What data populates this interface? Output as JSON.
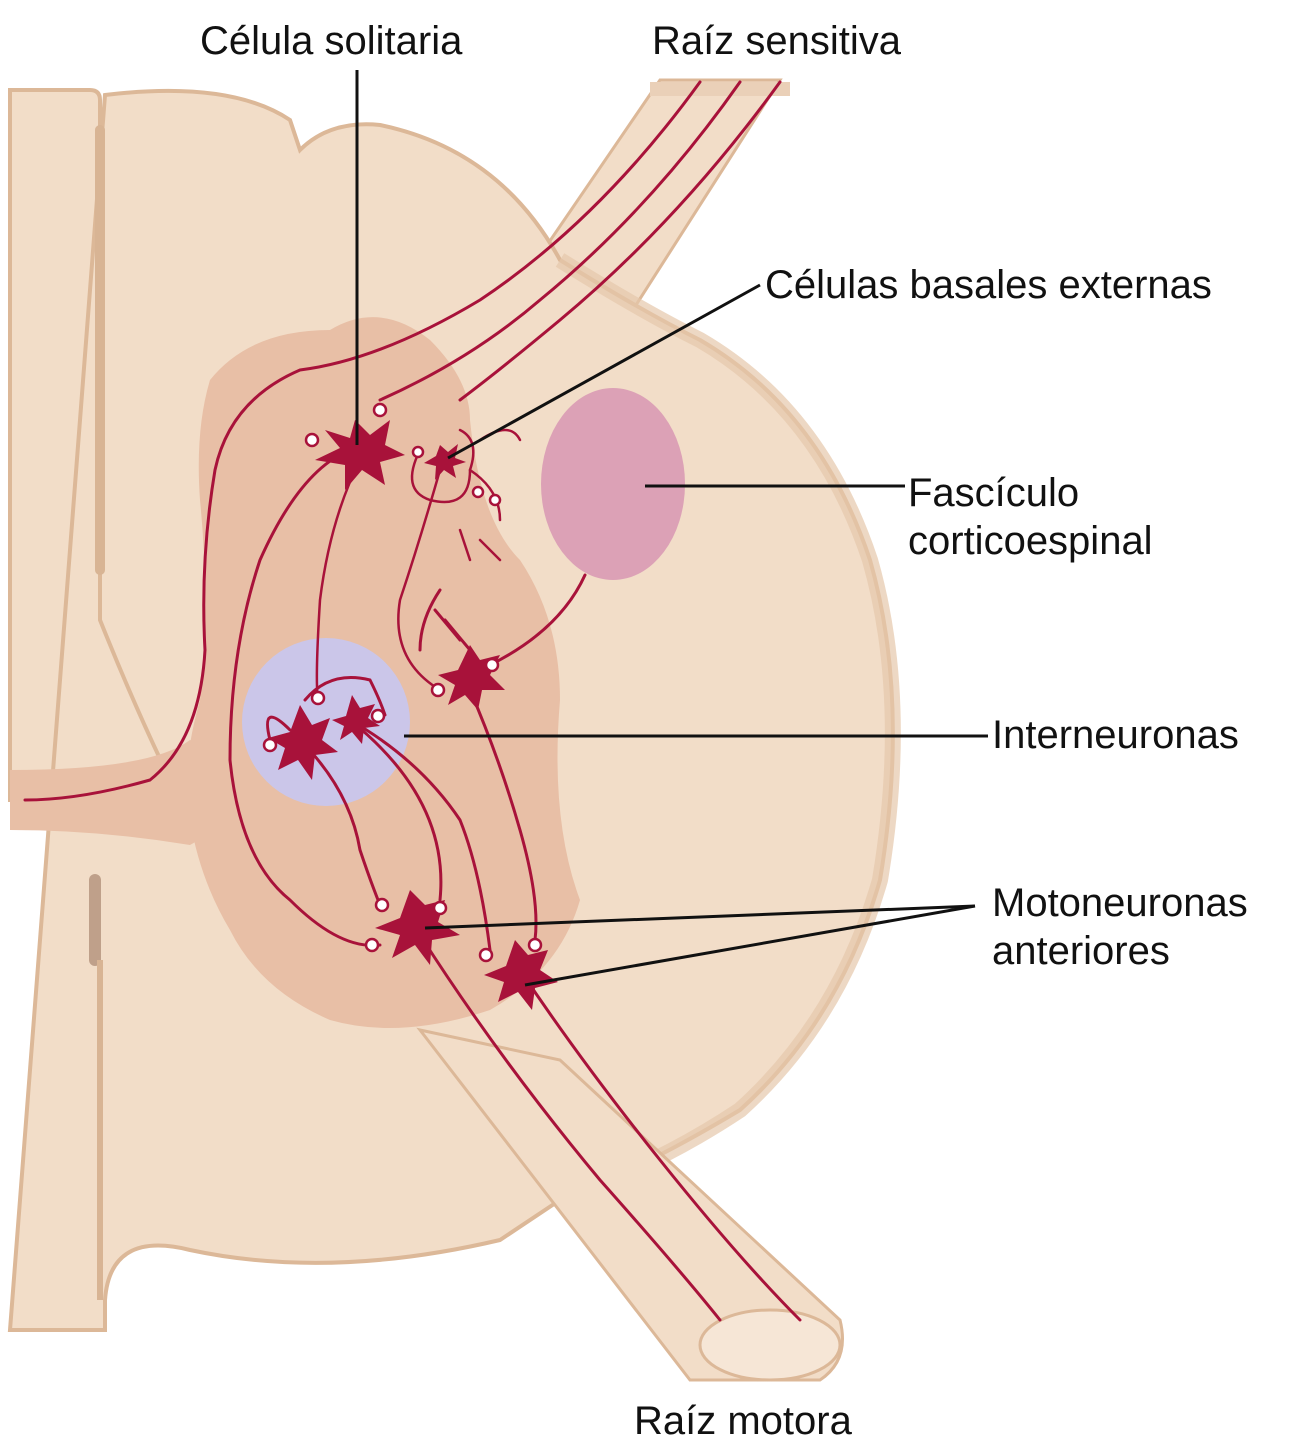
{
  "labels": {
    "celula_solitaria": "Célula solitaria",
    "raiz_sensitiva": "Raíz sensitiva",
    "celulas_basales": "Células basales externas",
    "fasciculo_line1": "Fascículo",
    "fasciculo_line2": "corticoespinal",
    "interneuronas": "Interneuronas",
    "motoneuronas_line1": "Motoneuronas",
    "motoneuronas_line2": "anteriores",
    "raiz_motora": "Raíz motora"
  },
  "colors": {
    "white_matter": "#f2ddc8",
    "gray_matter": "#e8bfa6",
    "edge_shadow": "#dcb898",
    "nerve": "#a8123a",
    "interneuron_zone": "#c9c6ec",
    "corticospinal_tract": "#d99ab4"
  }
}
